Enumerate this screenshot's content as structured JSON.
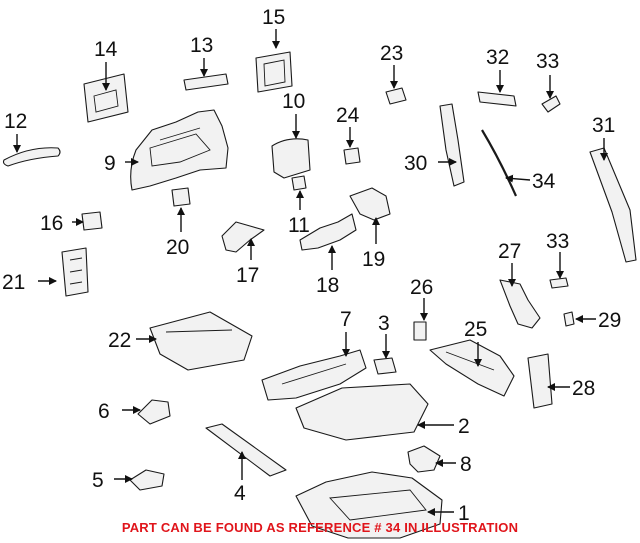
{
  "diagram": {
    "callouts": [
      {
        "id": "1",
        "label": "1"
      },
      {
        "id": "2",
        "label": "2"
      },
      {
        "id": "3",
        "label": "3"
      },
      {
        "id": "4",
        "label": "4"
      },
      {
        "id": "5",
        "label": "5"
      },
      {
        "id": "6",
        "label": "6"
      },
      {
        "id": "7",
        "label": "7"
      },
      {
        "id": "8",
        "label": "8"
      },
      {
        "id": "9",
        "label": "9"
      },
      {
        "id": "10",
        "label": "10"
      },
      {
        "id": "11",
        "label": "11"
      },
      {
        "id": "12",
        "label": "12"
      },
      {
        "id": "13",
        "label": "13"
      },
      {
        "id": "14",
        "label": "14"
      },
      {
        "id": "15",
        "label": "15"
      },
      {
        "id": "16",
        "label": "16"
      },
      {
        "id": "17",
        "label": "17"
      },
      {
        "id": "18",
        "label": "18"
      },
      {
        "id": "19",
        "label": "19"
      },
      {
        "id": "20",
        "label": "20"
      },
      {
        "id": "21",
        "label": "21"
      },
      {
        "id": "22",
        "label": "22"
      },
      {
        "id": "23",
        "label": "23"
      },
      {
        "id": "24",
        "label": "24"
      },
      {
        "id": "25",
        "label": "25"
      },
      {
        "id": "26",
        "label": "26"
      },
      {
        "id": "27",
        "label": "27"
      },
      {
        "id": "28",
        "label": "28"
      },
      {
        "id": "29",
        "label": "29"
      },
      {
        "id": "30",
        "label": "30"
      },
      {
        "id": "31",
        "label": "31"
      },
      {
        "id": "32",
        "label": "32"
      },
      {
        "id": "33a",
        "label": "33"
      },
      {
        "id": "33b",
        "label": "33"
      },
      {
        "id": "34",
        "label": "34"
      }
    ],
    "footer_note": "PART CAN BE FOUND AS REFERENCE # 34 IN ILLUSTRATION",
    "note_color": "#e0151b"
  }
}
